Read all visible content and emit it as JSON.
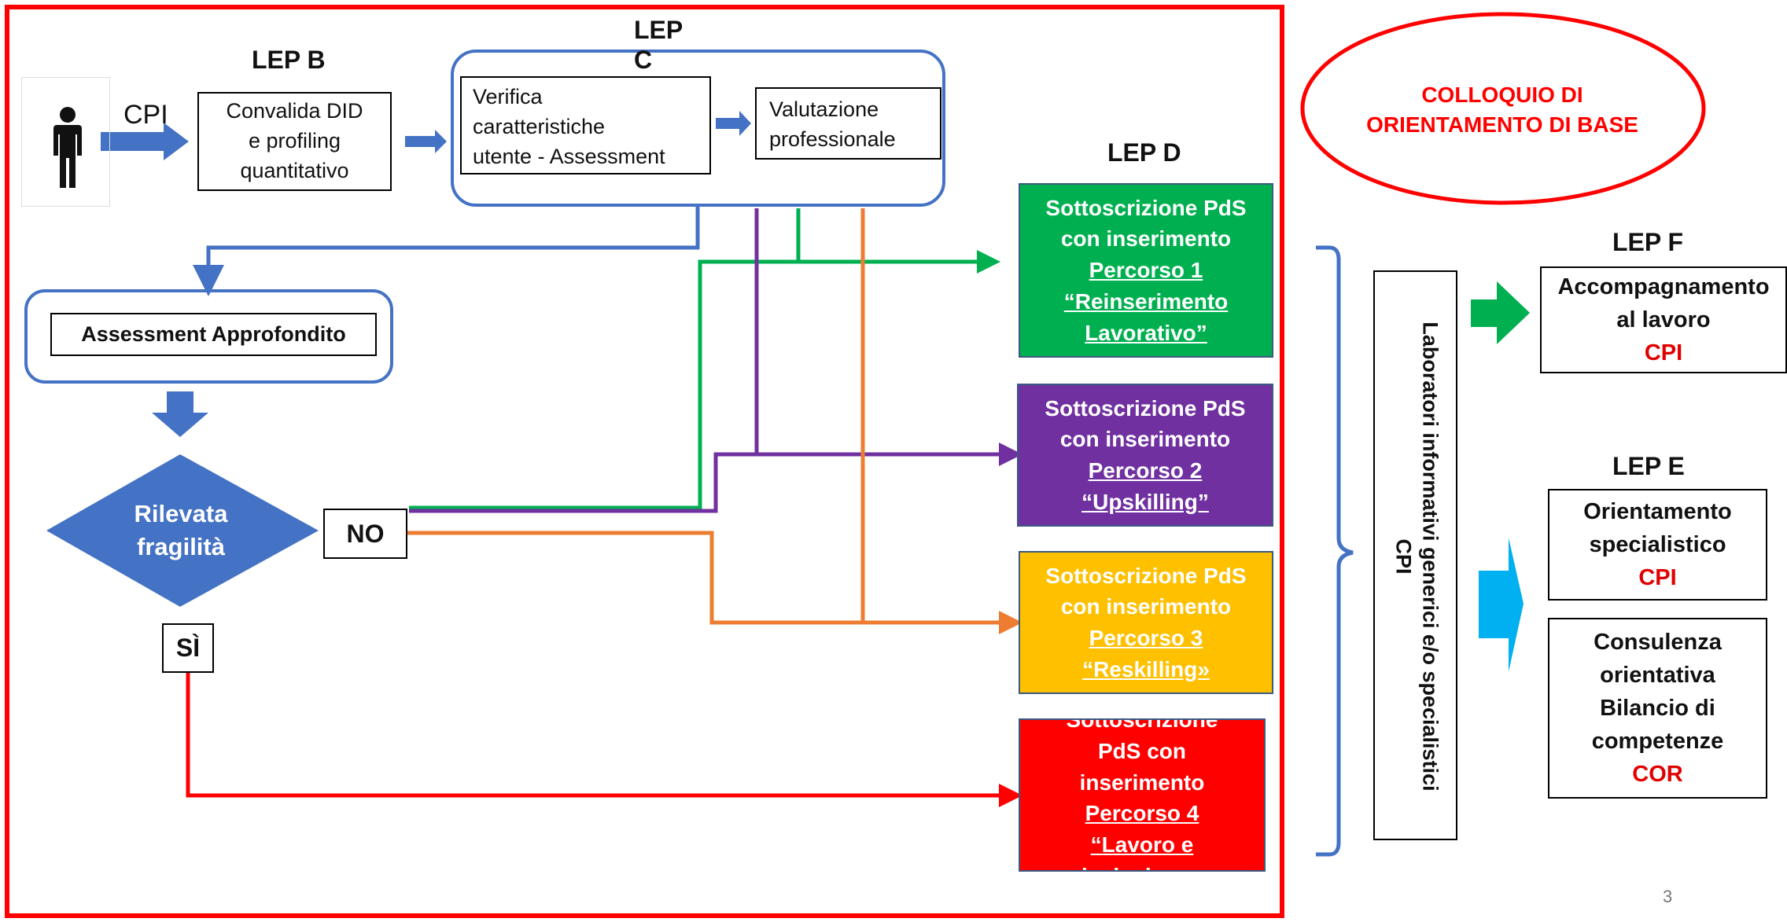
{
  "cpi_label": "CPI",
  "lep_b": {
    "title": "LEP B",
    "box": [
      "Convalida DID",
      "e profiling",
      "quantitativo"
    ]
  },
  "lep_c": {
    "title_line1": "LEP",
    "title_line2": "C",
    "verifica": [
      "Verifica",
      "caratteristiche",
      "utente - Assessment"
    ],
    "valutazione": [
      "Valutazione",
      "professionale"
    ]
  },
  "assessment": "Assessment Approfondito",
  "diamond": [
    "Rilevata",
    "fragilità"
  ],
  "no_label": "NO",
  "si_label": "SÌ",
  "lep_d": {
    "title": "LEP D",
    "percorsi": [
      {
        "lines": [
          "Sottoscrizione PdS",
          "con inserimento",
          "Percorso 1",
          "“Reinserimento",
          "Lavorativo”"
        ],
        "color": "#00b050"
      },
      {
        "lines": [
          "Sottoscrizione PdS",
          "con inserimento",
          "Percorso 2",
          "“Upskilling”"
        ],
        "color": "#7030a0"
      },
      {
        "lines": [
          "Sottoscrizione PdS",
          "con inserimento",
          "Percorso 3",
          "“Reskilling»"
        ],
        "color": "#ffc000"
      },
      {
        "lines": [
          "Sottoscrizione",
          "PdS con",
          "inserimento",
          "Percorso 4",
          "“Lavoro e",
          "inclusione»"
        ],
        "color": "#ff0000"
      }
    ]
  },
  "colloquio": [
    "COLLOQUIO DI",
    "ORIENTAMENTO DI BASE"
  ],
  "laboratori": [
    "Laboratori informativi generici e/o specialistici",
    "CPI"
  ],
  "lep_f": {
    "title": "LEP F",
    "box": [
      "Accompagnamento",
      "al lavoro"
    ],
    "tag": "CPI"
  },
  "lep_e": {
    "title": "LEP E",
    "box1": [
      "Orientamento",
      "specialistico"
    ],
    "tag1": "CPI",
    "box2": [
      "Consulenza",
      "orientativa",
      "Bilancio di",
      "competenze"
    ],
    "tag2": "COR"
  },
  "page_number": "3",
  "colors": {
    "blue": "#4472c4",
    "frame_red": "#ff0000",
    "green": "#00b050",
    "purple": "#7030a0",
    "orange": "#ed7d31",
    "yellow": "#ffc000",
    "cyan": "#00b0f0"
  }
}
